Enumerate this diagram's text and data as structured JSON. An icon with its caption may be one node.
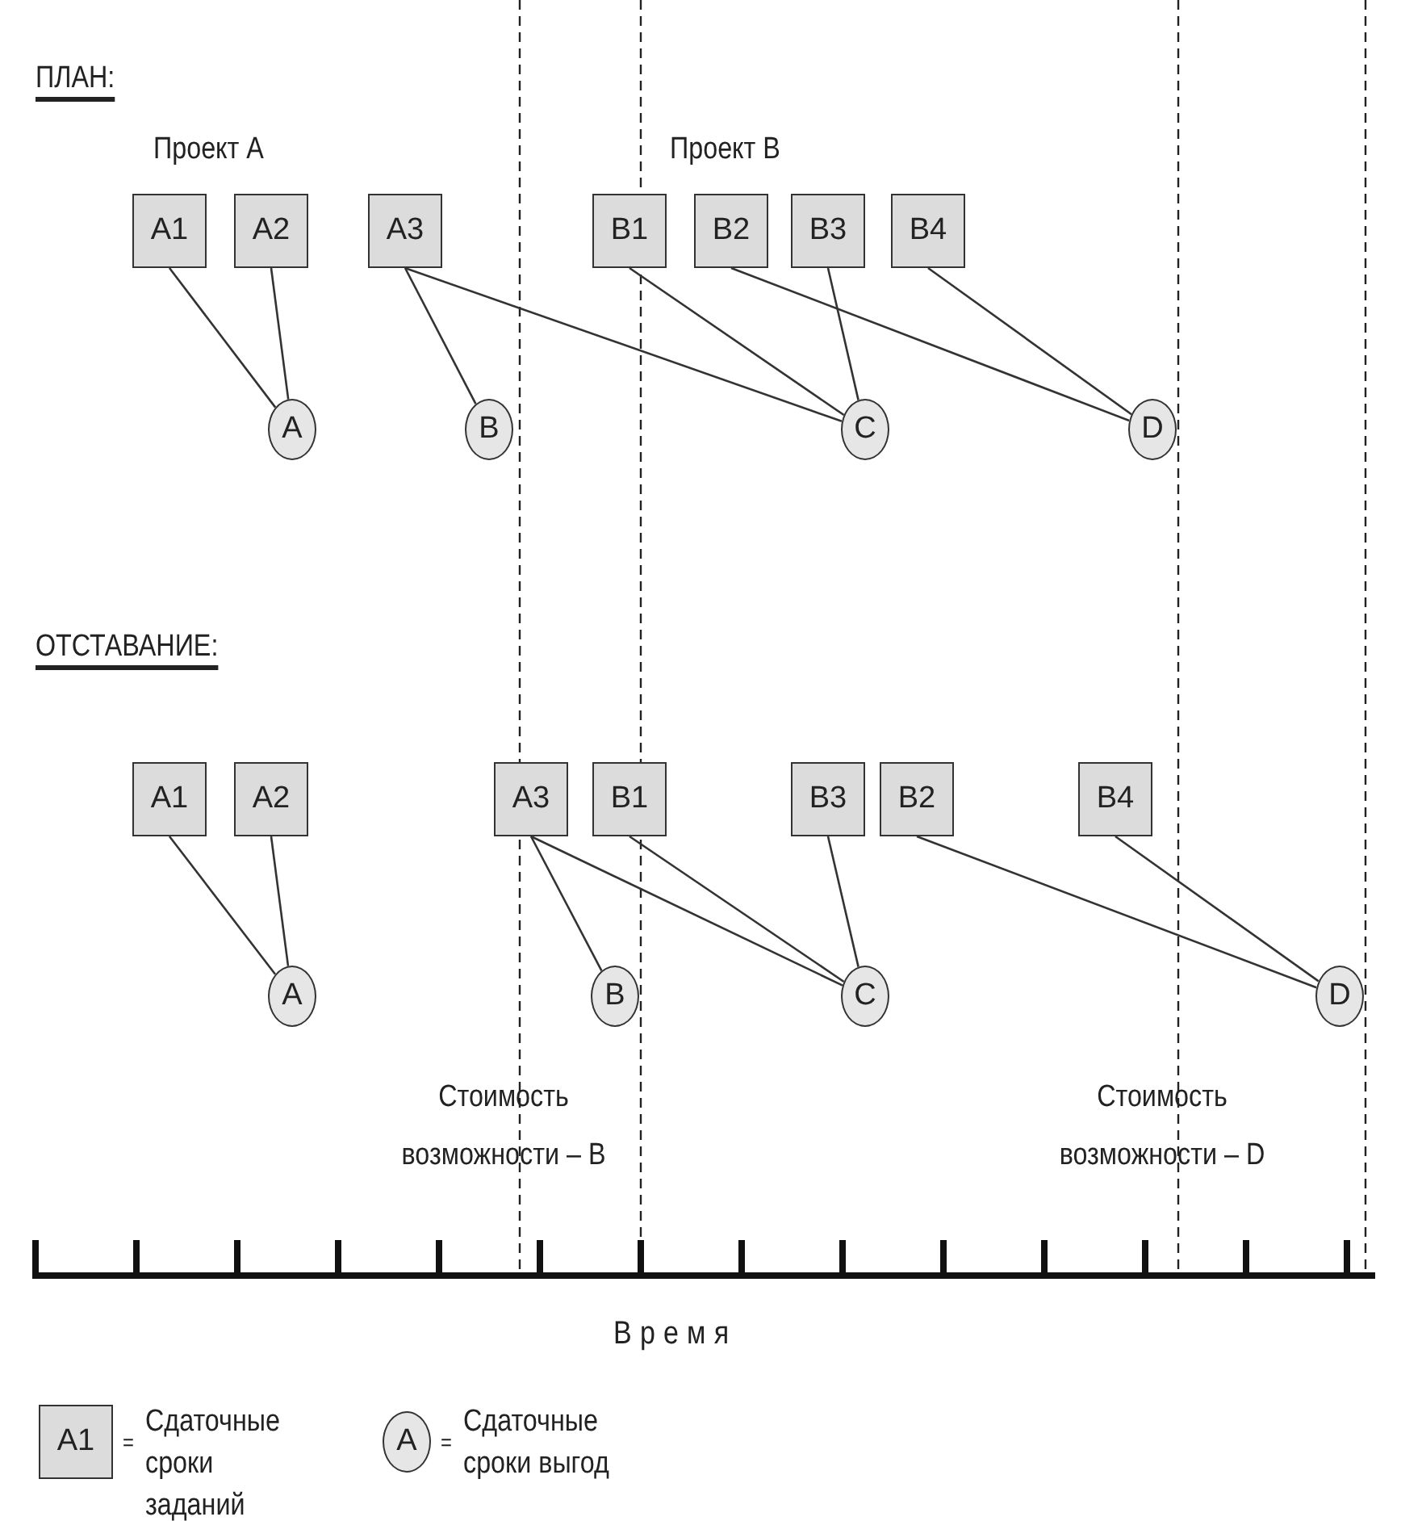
{
  "diagram": {
    "nodes": [
      {
        "text": [
          "A1"
        ]
      },
      {
        "text": [
          "A2"
        ]
      },
      {
        "text": [
          "A3"
        ]
      },
      {
        "text": [
          "B1"
        ]
      },
      {
        "text": [
          "B2"
        ]
      },
      {
        "text": [
          "B3"
        ]
      },
      {
        "text": [
          "B4"
        ]
      },
      {
        "text": [
          "A"
        ]
      },
      {
        "text": [
          "B"
        ]
      },
      {
        "text": [
          "C"
        ]
      },
      {
        "text": [
          "D"
        ]
      },
      {
        "text": [
          "A1"
        ]
      },
      {
        "text": [
          "A2"
        ]
      },
      {
        "text": [
          "A3"
        ]
      },
      {
        "text": [
          "B1"
        ]
      },
      {
        "text": [
          "B3"
        ]
      },
      {
        "text": [
          "B2"
        ]
      },
      {
        "text": [
          "B4"
        ]
      },
      {
        "text": [
          "A"
        ]
      },
      {
        "text": [
          "B"
        ]
      },
      {
        "text": [
          "C"
        ]
      },
      {
        "text": [
          "D"
        ]
      },
      {
        "text": [
          "A1"
        ],
        "beside": [
          "=",
          "Сдаточные сроки заданий"
        ]
      },
      {
        "text": [
          "A"
        ],
        "beside": [
          "=",
          "Сдаточные сроки выгод"
        ]
      }
    ],
    "edges": [
      {
        "from": 0,
        "to": 7,
        "arrow": "none"
      },
      {
        "from": 1,
        "to": 7,
        "arrow": "none"
      },
      {
        "from": 2,
        "to": 8,
        "arrow": "none"
      },
      {
        "from": 2,
        "to": 9,
        "arrow": "none"
      },
      {
        "from": 3,
        "to": 9,
        "arrow": "none"
      },
      {
        "from": 5,
        "to": 9,
        "arrow": "none"
      },
      {
        "from": 4,
        "to": 10,
        "arrow": "none"
      },
      {
        "from": 6,
        "to": 10,
        "arrow": "none"
      },
      {
        "from": 11,
        "to": 18,
        "arrow": "none"
      },
      {
        "from": 12,
        "to": 18,
        "arrow": "none"
      },
      {
        "from": 13,
        "to": 19,
        "arrow": "none"
      },
      {
        "from": 13,
        "to": 20,
        "arrow": "none"
      },
      {
        "from": 14,
        "to": 20,
        "arrow": "none"
      },
      {
        "from": 15,
        "to": 20,
        "arrow": "none"
      },
      {
        "from": 16,
        "to": 21,
        "arrow": "none"
      },
      {
        "from": 17,
        "to": 21,
        "arrow": "none"
      }
    ],
    "labels": [
      "ПЛАН:",
      "Проект A",
      "Проект B",
      "ОТСТАВАНИЕ:",
      "Стоимость возможности – B",
      "Стоимость возможности – D",
      "Время"
    ]
  }
}
